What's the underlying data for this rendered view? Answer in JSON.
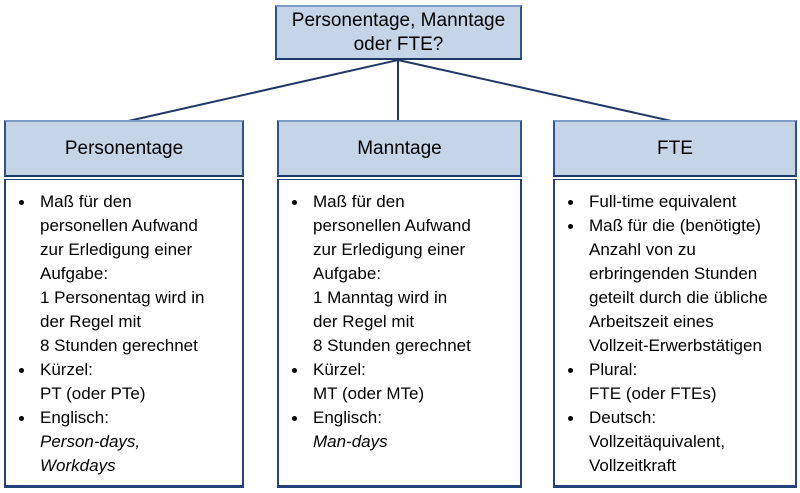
{
  "diagram": {
    "title": {
      "full_text": "Personentage, Manntage oder FTE?",
      "line1": "Personentage, Manntage",
      "line2": "oder FTE?"
    },
    "columns": [
      {
        "header": "Personentage",
        "bullets": [
          {
            "lines": [
              "Maß für den",
              "personellen Aufwand",
              "zur Erledigung einer",
              "Aufgabe:",
              "1 Personentag wird in",
              "der Regel mit",
              "8 Stunden gerechnet"
            ]
          },
          {
            "lines": [
              "Kürzel:",
              "PT (oder PTe)"
            ]
          },
          {
            "lines": [
              "Englisch:",
              "Person-days,",
              "Workdays"
            ]
          }
        ]
      },
      {
        "header": "Manntage",
        "bullets": [
          {
            "lines": [
              "Maß für den",
              "personellen Aufwand",
              "zur Erledigung einer",
              "Aufgabe:",
              "1 Manntag wird in",
              "der Regel mit",
              "8 Stunden gerechnet"
            ]
          },
          {
            "lines": [
              "Kürzel:",
              "MT (oder MTe)"
            ]
          },
          {
            "lines": [
              "Englisch:",
              "Man-days"
            ]
          }
        ]
      },
      {
        "header": "FTE",
        "bullets": [
          {
            "lines": [
              "Full-time equivalent"
            ]
          },
          {
            "lines": [
              "Maß für die (benötigte)",
              "Anzahl von zu",
              "erbringenden Stunden",
              "geteilt durch die übliche",
              "Arbeitszeit eines",
              "Vollzeit-Erwerbstätigen"
            ]
          },
          {
            "lines": [
              "Plural:",
              "FTE (oder FTEs)"
            ]
          },
          {
            "lines": [
              "Deutsch:",
              "Vollzeitäquivalent,",
              "Vollzeitkraft"
            ]
          }
        ]
      }
    ],
    "colors": {
      "box_fill": "#c6d4e8",
      "border_medium": "#2f5487",
      "border_dark": "#1f3864",
      "connector_line": "#1f3864",
      "text": "#000000",
      "background": "#ffffff"
    }
  }
}
